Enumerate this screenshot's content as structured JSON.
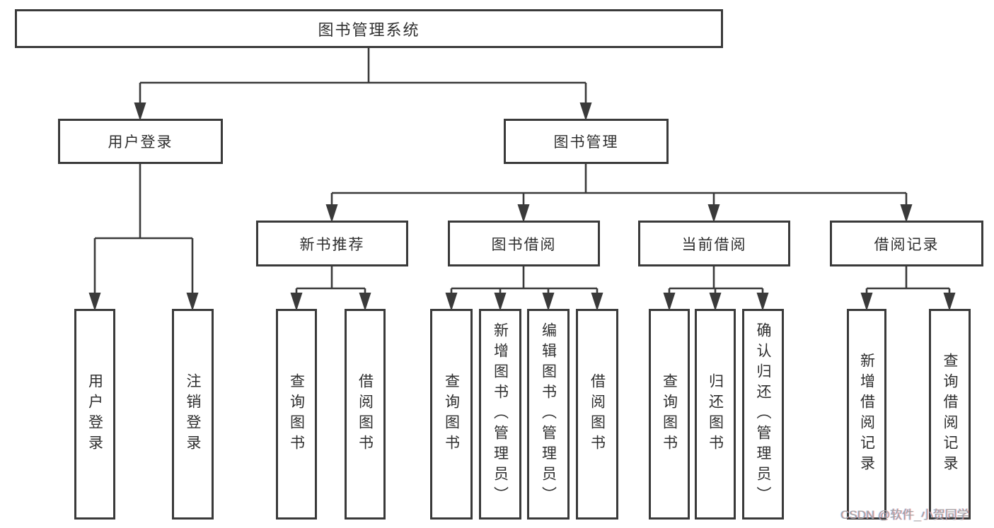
{
  "diagram": {
    "root": "图书管理系统",
    "level2": {
      "user_login": "用户登录",
      "book_management": "图书管理"
    },
    "level3": {
      "new_books": "新书推荐",
      "book_borrow": "图书借阅",
      "current_borrow": "当前借阅",
      "borrow_records": "借阅记录"
    },
    "leaves": {
      "user_login": [
        "用户登录",
        "注销登录"
      ],
      "new_books": [
        "查询图书",
        "借阅图书"
      ],
      "book_borrow": [
        "查询图书",
        "新增图书（管理员）",
        "编辑图书（管理员）",
        "借阅图书"
      ],
      "current_borrow": [
        "查询图书",
        "归还图书",
        "确认归还（管理员）"
      ],
      "borrow_records": [
        "新增借阅记录",
        "查询借阅记录"
      ]
    }
  },
  "watermark": "CSDN @软件_小贺同学",
  "colors": {
    "line": "#3a3a3a",
    "text": "#2f2f2f",
    "watermark": "#a3a3a3",
    "background": "#ffffff"
  }
}
